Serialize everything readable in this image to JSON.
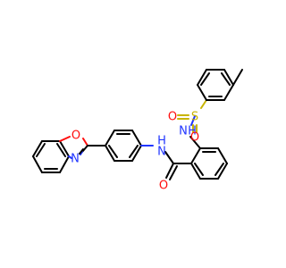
{
  "molecule": {
    "atoms": {
      "oxazole_o": {
        "label": "O",
        "color": "#ff0d0d"
      },
      "oxazole_n": {
        "label": "N",
        "color": "#2035ff"
      },
      "amide_n": {
        "label": "N",
        "color": "#2035ff"
      },
      "amide_h": {
        "label": "H",
        "color": "#2035ff"
      },
      "amide_o": {
        "label": "O",
        "color": "#ff0d0d"
      },
      "sulfonamide_h": {
        "label": "H",
        "color": "#2035ff"
      },
      "sulfonamide_n": {
        "label": "N",
        "color": "#2035ff"
      },
      "sulfur": {
        "label": "S",
        "color": "#c8b400"
      },
      "sulfonyl_o1": {
        "label": "O",
        "color": "#ff0d0d"
      },
      "sulfonyl_o2": {
        "label": "O",
        "color": "#ff0d0d"
      }
    }
  }
}
